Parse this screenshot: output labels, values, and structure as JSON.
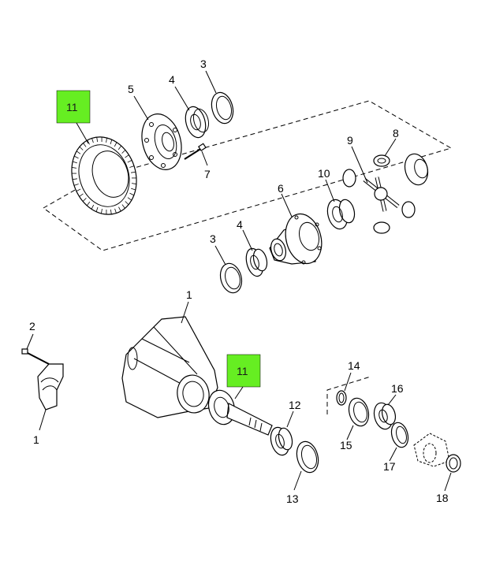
{
  "highlight_color": "#66ee22",
  "callouts": {
    "c1_top": "1",
    "c1_bottom": "1",
    "c2": "2",
    "c3_top": "3",
    "c3_mid": "3",
    "c4_top": "4",
    "c4_mid": "4",
    "c5": "5",
    "c6": "6",
    "c7": "7",
    "c8": "8",
    "c9": "9",
    "c10": "10",
    "c11_top": "11",
    "c11_mid": "11",
    "c12": "12",
    "c13": "13",
    "c14": "14",
    "c15": "15",
    "c16": "16",
    "c17": "17",
    "c18": "18"
  }
}
